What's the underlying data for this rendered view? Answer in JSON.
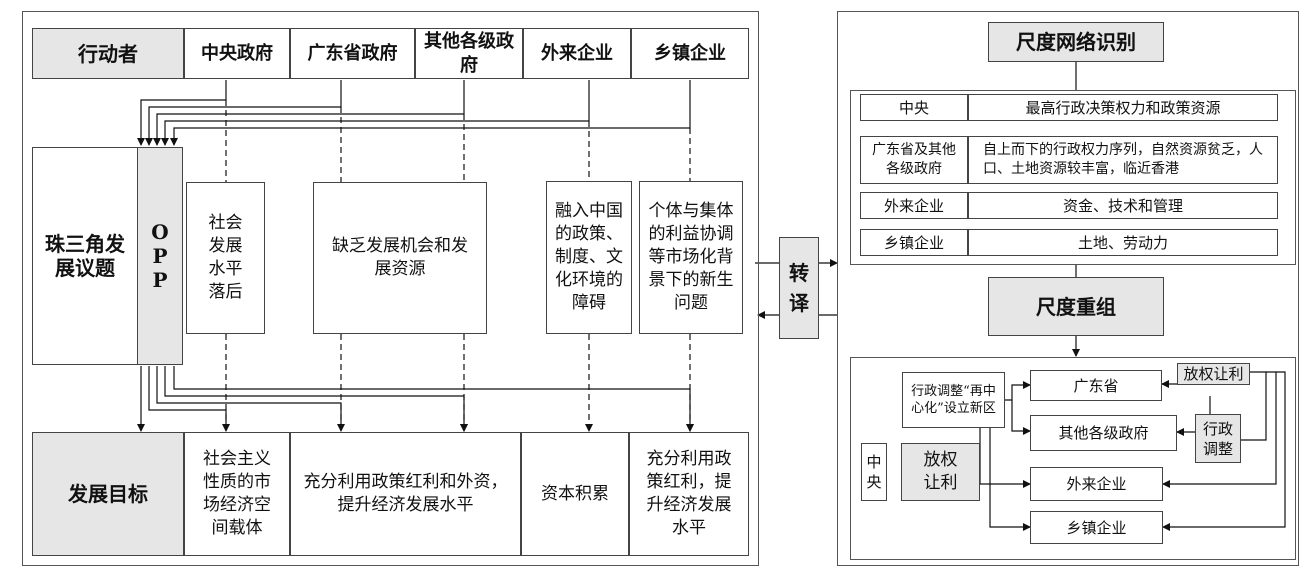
{
  "left": {
    "actor_label": "行动者",
    "actors": [
      "中央政府",
      "广东省政府",
      "其他各级政府",
      "外来企业",
      "乡镇企业"
    ],
    "agenda": "珠三角发展议题",
    "opp": "OPP",
    "problems": [
      "社会发展水平落后",
      "缺乏发展机会和发展资源",
      "融入中国的政策、制度、文化环境的障碍",
      "个体与集体的利益协调等市场化背景下的新生问题"
    ],
    "goal_label": "发展目标",
    "goals": [
      "社会主义性质的市场经济空间载体",
      "充分利用政策红利和外资，提升经济发展水平",
      "资本积累",
      "充分利用政策红利，提升经济发展水平"
    ]
  },
  "middle": {
    "translate": "转译"
  },
  "right": {
    "identify_title": "尺度网络识别",
    "table": [
      {
        "actor": "中央",
        "resource": "最高行政决策权力和政策资源"
      },
      {
        "actor": "广东省及其他各级政府",
        "resource": "自上而下的行政权力序列，自然资源贫乏，人口、土地资源较丰富，临近香港"
      },
      {
        "actor": "外来企业",
        "resource": "资金、技术和管理"
      },
      {
        "actor": "乡镇企业",
        "resource": "土地、劳动力"
      }
    ],
    "reorg_title": "尺度重组",
    "net": {
      "admin_adjust": "行政调整“再中心化”设立新区",
      "guangdong": "广东省",
      "other_gov": "其他各级政府",
      "foreign": "外来企业",
      "township": "乡镇企业",
      "central": "中央",
      "decentral_left": "放权让利",
      "decentral_right": "放权让利",
      "admin_small": "行政调整"
    }
  }
}
